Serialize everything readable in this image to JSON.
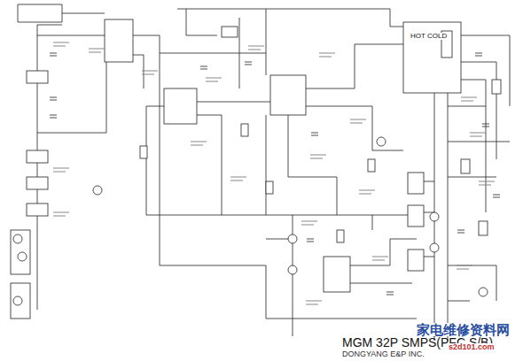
{
  "diagram": {
    "title": "MGM 32P SMPS(PFC S/B)",
    "labels": [
      "HOT COLD",
      "DONGYANG E&P INC.",
      "家电维修资料网",
      "s2d101.com"
    ]
  }
}
